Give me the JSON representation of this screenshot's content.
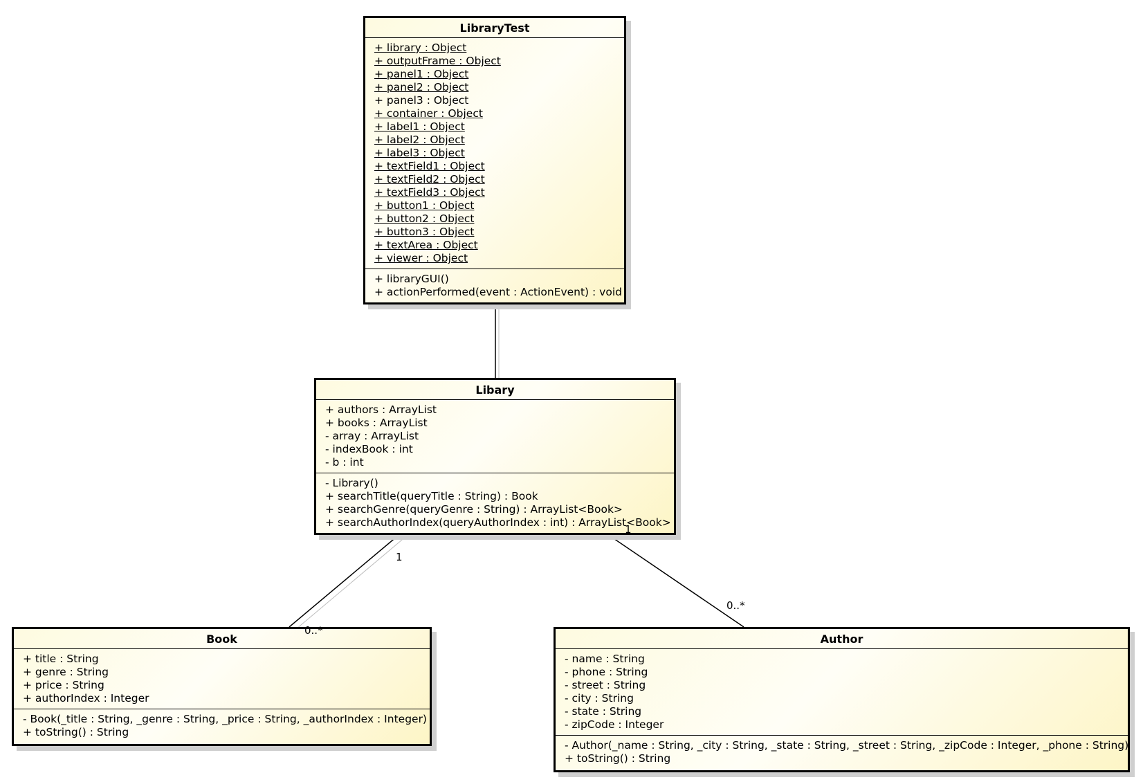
{
  "classes": {
    "library_test": {
      "name": "LibraryTest",
      "attributes": [
        {
          "text": "+ library : Object",
          "static": true
        },
        {
          "text": "+ outputFrame : Object",
          "static": true
        },
        {
          "text": "+ panel1 : Object",
          "static": true
        },
        {
          "text": "+ panel2 : Object",
          "static": true
        },
        {
          "text": "+ panel3 : Object",
          "static": false
        },
        {
          "text": "+ container : Object",
          "static": true
        },
        {
          "text": "+ label1 : Object",
          "static": true
        },
        {
          "text": "+ label2 : Object",
          "static": true
        },
        {
          "text": "+ label3 : Object",
          "static": true
        },
        {
          "text": "+ textField1 : Object",
          "static": true
        },
        {
          "text": "+ textField2 : Object",
          "static": true
        },
        {
          "text": "+ textField3 : Object",
          "static": true
        },
        {
          "text": "+ button1 : Object",
          "static": true
        },
        {
          "text": "+ button2 : Object",
          "static": true
        },
        {
          "text": "+ button3 : Object",
          "static": true
        },
        {
          "text": "+ textArea : Object",
          "static": true
        },
        {
          "text": "+ viewer : Object",
          "static": true
        }
      ],
      "operations": [
        {
          "text": "+ libraryGUI()",
          "static": false
        },
        {
          "text": "+ actionPerformed(event : ActionEvent) : void",
          "static": false
        }
      ]
    },
    "libary": {
      "name": "Libary",
      "attributes": [
        {
          "text": "+ authors : ArrayList",
          "static": false
        },
        {
          "text": "+ books : ArrayList",
          "static": false
        },
        {
          "text": "- array : ArrayList",
          "static": false
        },
        {
          "text": "- indexBook : int",
          "static": false
        },
        {
          "text": "- b : int",
          "static": false
        }
      ],
      "operations": [
        {
          "text": "- Library()",
          "static": false
        },
        {
          "text": "+ searchTitle(queryTitle : String) : Book",
          "static": false
        },
        {
          "text": "+ searchGenre(queryGenre : String) : ArrayList<Book>",
          "static": false
        },
        {
          "text": "+ searchAuthorIndex(queryAuthorIndex : int) : ArrayList<Book>",
          "static": false
        }
      ]
    },
    "book": {
      "name": "Book",
      "attributes": [
        {
          "text": "+ title : String",
          "static": false
        },
        {
          "text": "+ genre : String",
          "static": false
        },
        {
          "text": "+ price : String",
          "static": false
        },
        {
          "text": "+ authorIndex : Integer",
          "static": false
        }
      ],
      "operations": [
        {
          "text": "- Book(_title : String, _genre : String, _price : String, _authorIndex : Integer)",
          "static": false
        },
        {
          "text": "+ toString() : String",
          "static": false
        }
      ]
    },
    "author": {
      "name": "Author",
      "attributes": [
        {
          "text": "- name : String",
          "static": false
        },
        {
          "text": "- phone : String",
          "static": false
        },
        {
          "text": "- street : String",
          "static": false
        },
        {
          "text": "- city : String",
          "static": false
        },
        {
          "text": "- state : String",
          "static": false
        },
        {
          "text": "- zipCode : Integer",
          "static": false
        }
      ],
      "operations": [
        {
          "text": "- Author(_name : String, _city : String, _state : String, _street : String, _zipCode : Integer, _phone : String)",
          "static": false
        },
        {
          "text": "+ toString() : String",
          "static": false
        }
      ]
    }
  },
  "associations": {
    "libary_book": {
      "source_multiplicity": "1",
      "target_multiplicity": "0..*"
    },
    "libary_author": {
      "source_multiplicity": "1",
      "target_multiplicity": "0..*"
    }
  }
}
